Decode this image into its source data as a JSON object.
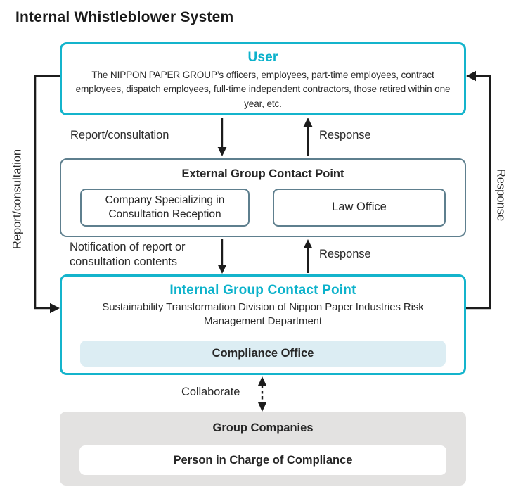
{
  "title": "Internal Whistleblower System",
  "colors": {
    "accent_cyan": "#14b4cc",
    "slate_border": "#5e7f8e",
    "light_cyan_bg": "#dcedf3",
    "gray_bg": "#e3e2e1",
    "arrow_black": "#1c1c1c"
  },
  "user_box": {
    "title": "User",
    "description": "The NIPPON PAPER GROUP’s officers, employees, part-time employees, contract employees, dispatch employees, full-time independent contractors, those retired within one year, etc."
  },
  "external_box": {
    "title": "External Group Contact Point",
    "items": [
      "Company Specializing in Consultation Reception",
      "Law Office"
    ]
  },
  "internal_box": {
    "title": "Internal Group Contact Point",
    "subtitle": "Sustainability Transformation Division of Nippon Paper Industries Risk Management Department",
    "inner": "Compliance Office"
  },
  "group_box": {
    "title": "Group Companies",
    "inner": "Person in Charge of Compliance"
  },
  "flows": {
    "report_consultation": "Report/consultation",
    "response_top": "Response",
    "notification": "Notification of report or consultation contents",
    "response_mid": "Response",
    "collaborate": "Collaborate",
    "side_report_consultation": "Report/consultation",
    "side_response": "Response"
  }
}
